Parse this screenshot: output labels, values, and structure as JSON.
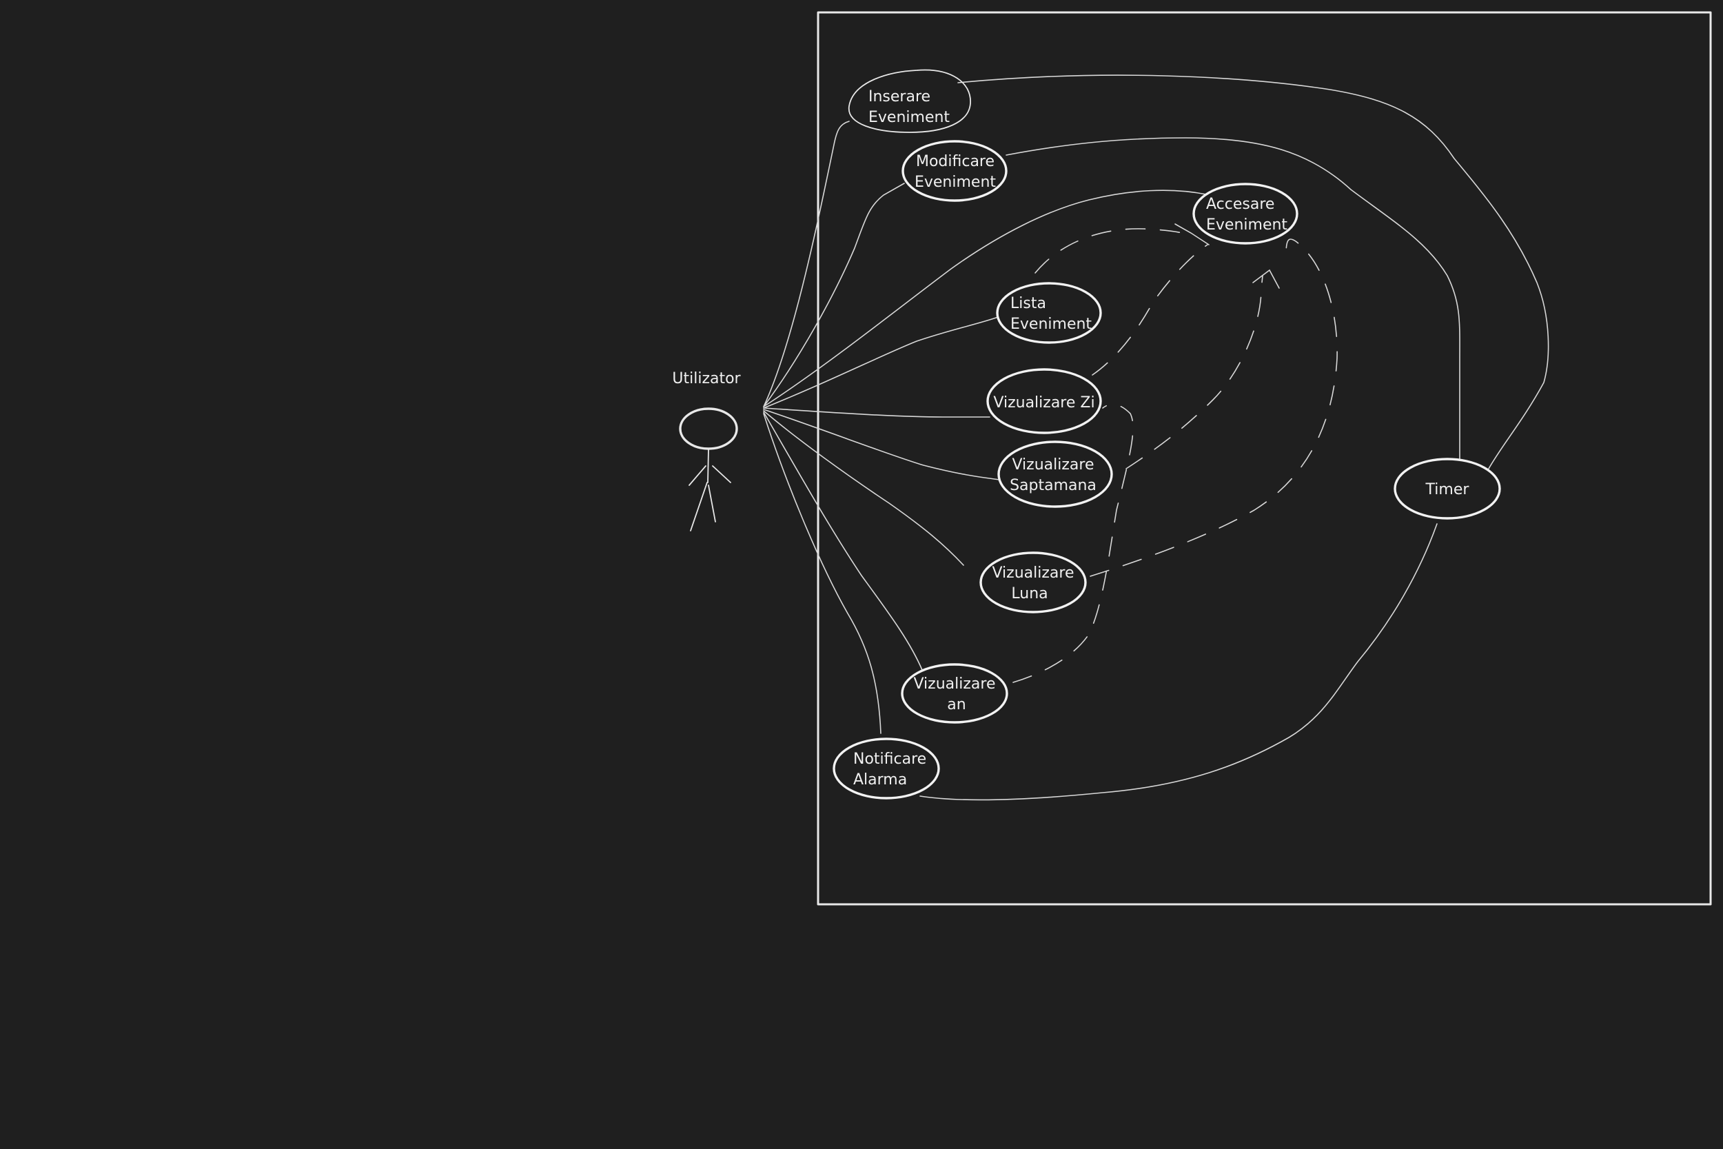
{
  "diagram": {
    "actor": {
      "label": "Utilizator"
    },
    "use_cases": [
      {
        "id": "inserare",
        "lines": [
          "Inserare",
          "Eveniment"
        ]
      },
      {
        "id": "modificare",
        "lines": [
          "Modificare",
          "Eveniment"
        ]
      },
      {
        "id": "accesare",
        "lines": [
          "Accesare",
          "Eveniment"
        ]
      },
      {
        "id": "lista",
        "lines": [
          "Lista",
          "Eveniment"
        ]
      },
      {
        "id": "zi",
        "lines": [
          "Vizualizare Zi"
        ]
      },
      {
        "id": "saptamana",
        "lines": [
          "Vizualizare",
          "Saptamana"
        ]
      },
      {
        "id": "luna",
        "lines": [
          "Vizualizare",
          "Luna"
        ]
      },
      {
        "id": "an",
        "lines": [
          "Vizualizare",
          "an"
        ]
      },
      {
        "id": "alarma",
        "lines": [
          "Notificare",
          "Alarma"
        ]
      },
      {
        "id": "timer",
        "lines": [
          "Timer"
        ]
      }
    ]
  }
}
